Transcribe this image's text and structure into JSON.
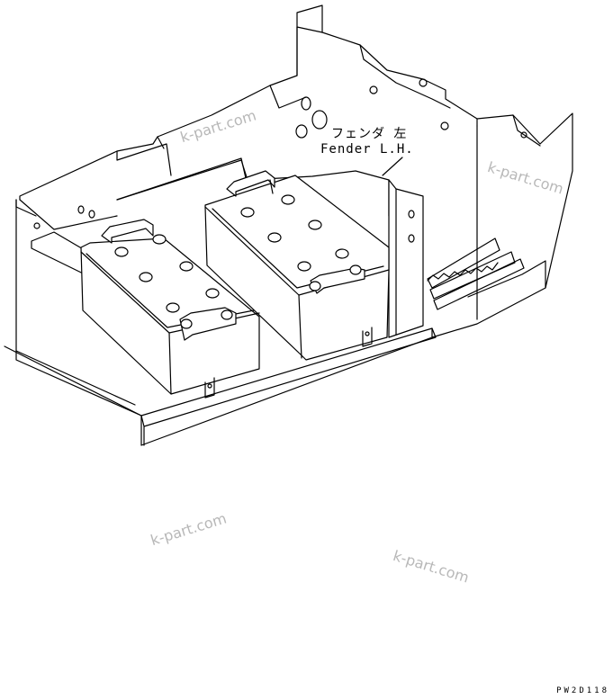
{
  "labels": {
    "japanese": "フェンダ 左",
    "english": "Fender L.H."
  },
  "watermarks": [
    "k-part.com",
    "k-part.com",
    "k-part.com",
    "k-part.com"
  ],
  "drawing_code": "PW2D118"
}
